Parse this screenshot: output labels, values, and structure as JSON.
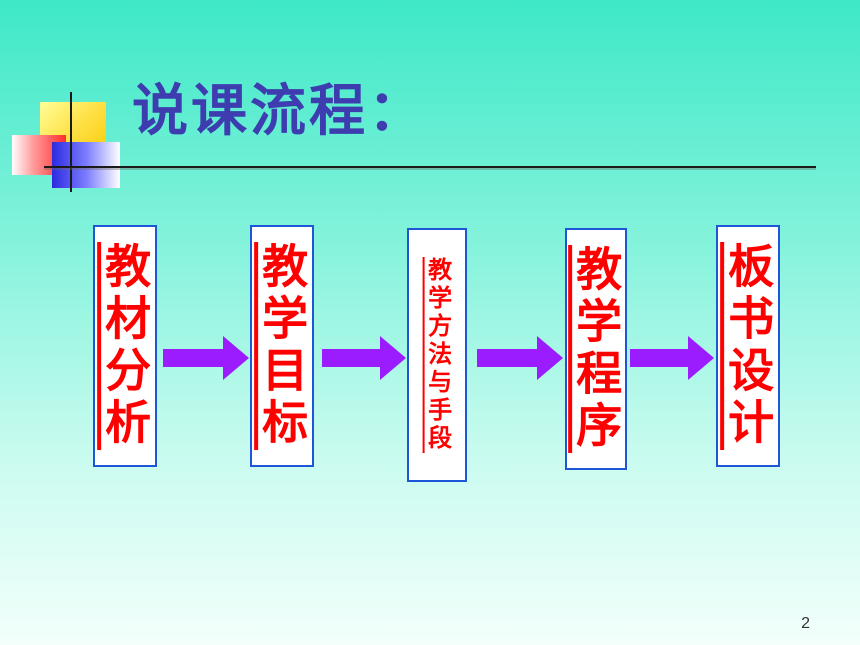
{
  "slide": {
    "title": "说课流程：",
    "page_number": "2",
    "steps": [
      {
        "label": "教材分析"
      },
      {
        "label": "教学目标"
      },
      {
        "label": "教学方法与手段"
      },
      {
        "label": "教学程序"
      },
      {
        "label": "板书设计"
      }
    ]
  },
  "colors": {
    "title": "#3d3db0",
    "box_border": "#1e56d8",
    "box_text": "#ff0000",
    "arrow": "#9b1cff"
  }
}
